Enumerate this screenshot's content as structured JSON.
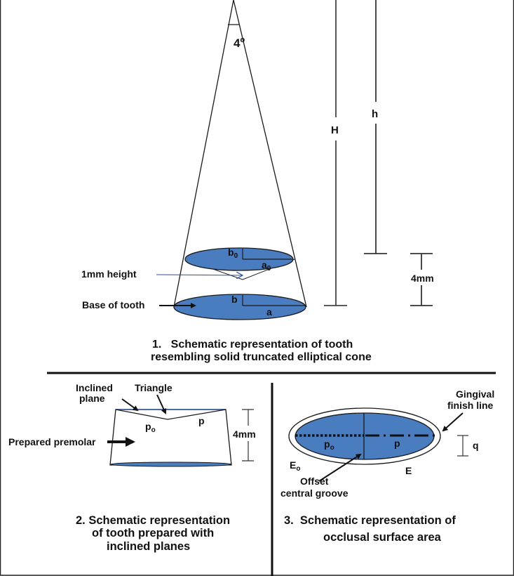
{
  "colors": {
    "fill_blue": "#4a7cc0",
    "stroke_dark": "#1a1a1a",
    "line_blue": "#2a4f9a",
    "dim_gray": "#444444"
  },
  "panel1": {
    "apex_angle": "4",
    "apex_angle_unit": "o",
    "H_label": "H",
    "h_label": "h",
    "b0_label": "b",
    "b0_sub": "0",
    "a0_label": "a",
    "a0_sub": "0",
    "b_label": "b",
    "a_label": "a",
    "one_mm_label": "1mm height",
    "base_label": "Base of tooth",
    "four_mm_label": "4mm",
    "caption_line1": "1.   Schematic representation of tooth",
    "caption_line2": "resembling solid truncated elliptical cone"
  },
  "panel2": {
    "inclined_line1": "Inclined",
    "inclined_line2": "plane",
    "triangle_label": "Triangle",
    "po_label": "p",
    "po_sub": "o",
    "p_label": "p",
    "prepared_label": "Prepared premolar",
    "four_mm_label": "4mm",
    "caption_line1": "2. Schematic representation",
    "caption_line2": "of tooth prepared with",
    "caption_line3": "inclined planes"
  },
  "panel3": {
    "gingival_line1": "Gingival",
    "gingival_line2": "finish line",
    "po_label": "p",
    "po_sub": "o",
    "p_label": "p",
    "q_label": "q",
    "Eo_label": "E",
    "Eo_sub": "o",
    "E_label": "E",
    "groove_line1": "Offset",
    "groove_line2": "central groove",
    "caption_line1": "3.  Schematic representation of",
    "caption_line2": "occlusal surface area"
  }
}
